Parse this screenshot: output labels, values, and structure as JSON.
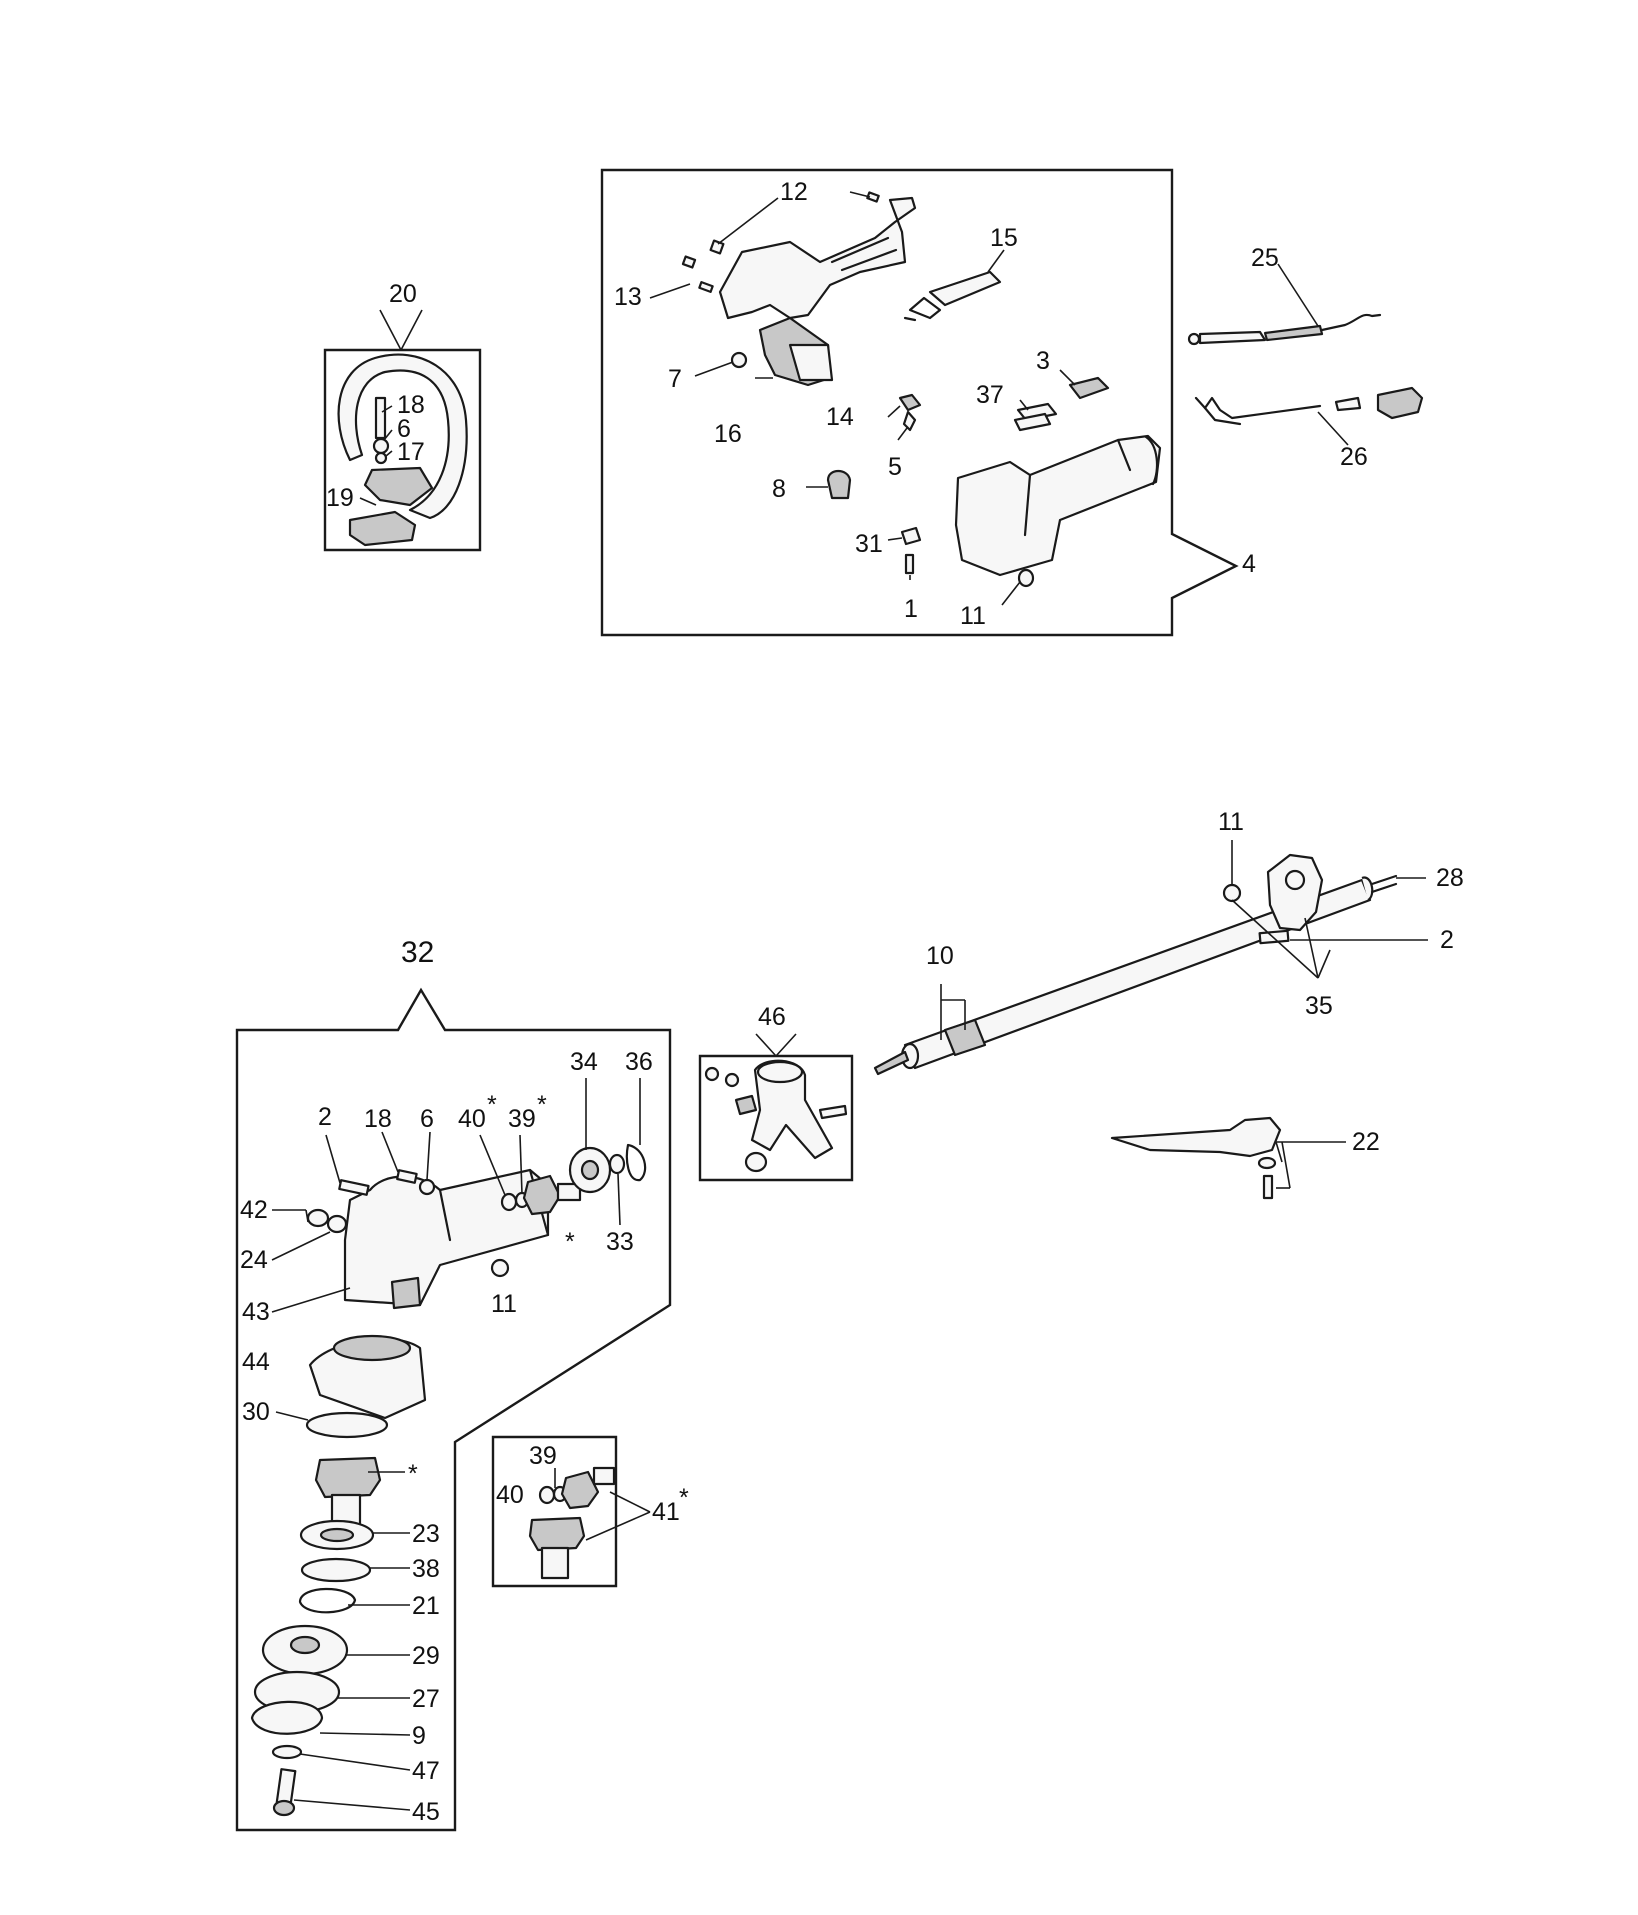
{
  "labels": {
    "l20": "20",
    "l18a": "18",
    "l6a": "6",
    "l17": "17",
    "l19": "19",
    "l12": "12",
    "l13": "13",
    "l15": "15",
    "l7": "7",
    "l16": "16",
    "l3": "3",
    "l37": "37",
    "l14": "14",
    "l5": "5",
    "l8": "8",
    "l31": "31",
    "l1": "1",
    "l11a": "11",
    "l4": "4",
    "l25": "25",
    "l26": "26",
    "l11b": "11",
    "l28": "28",
    "l2a": "2",
    "l35": "35",
    "l10": "10",
    "l46": "46",
    "l22": "22",
    "l32": "32",
    "l34": "34",
    "l36": "36",
    "l2b": "2",
    "l18b": "18",
    "l6b": "6",
    "l40a": "40",
    "l39a": "39",
    "l42": "42",
    "l24": "24",
    "l33": "33",
    "l11c": "11",
    "l43": "43",
    "l44": "44",
    "l30": "30",
    "l23": "23",
    "l38": "38",
    "l21": "21",
    "l29": "29",
    "l27": "27",
    "l9": "9",
    "l47": "47",
    "l45": "45",
    "l39b": "39",
    "l40b": "40",
    "l41": "41"
  },
  "marks": {
    "star": "*"
  }
}
